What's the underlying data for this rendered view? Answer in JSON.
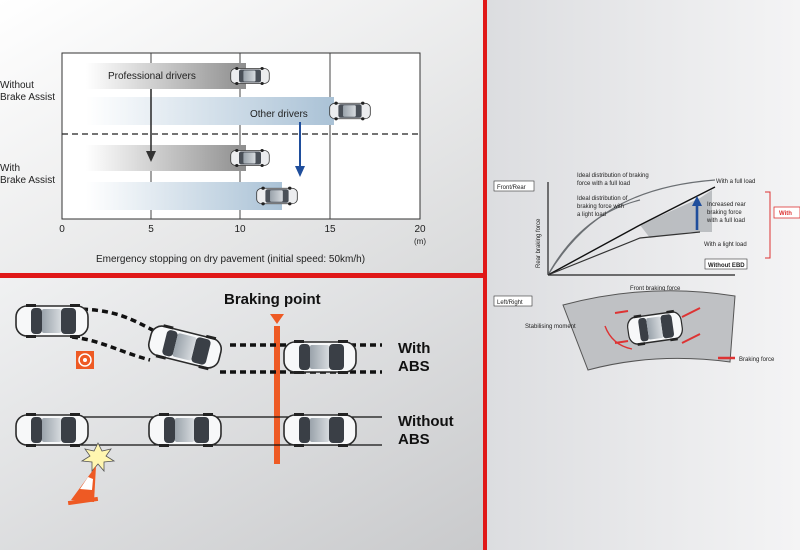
{
  "brake_assist": {
    "label_without": [
      "Without",
      "Brake Assist"
    ],
    "label_with": [
      "With",
      "Brake Assist"
    ],
    "professional_drivers": "Professional drivers",
    "other_drivers": "Other drivers",
    "axis_ticks": [
      "0",
      "5",
      "10",
      "15",
      "20"
    ],
    "axis_unit": "(m)",
    "caption": "Emergency stopping on dry pavement (initial speed: 50km/h)"
  },
  "abs": {
    "title": "Braking point",
    "label_with": [
      "With",
      "ABS"
    ],
    "label_without": [
      "Without",
      "ABS"
    ],
    "accent_color": "#ee5a24"
  },
  "ebd": {
    "front_rear_tag": "Front/Rear",
    "left_right_tag": "Left/Right",
    "y_axis": "Rear braking force",
    "x_axis": "Front braking force",
    "ideal_full": [
      "Ideal distribution of braking",
      "force with a full load"
    ],
    "ideal_light": [
      "Ideal distribution of",
      "braking force with",
      "a light load"
    ],
    "with_full_load": "With a full load",
    "increased_rear": [
      "Increased rear",
      "braking force",
      "with a full load"
    ],
    "with_light_load": "With a light load",
    "without_ebd": "Without EBD",
    "with_tag": "With",
    "stabilizing_moment": "Stabilising moment",
    "braking_force": "Braking force"
  },
  "colors": {
    "divider": "#e01818",
    "arrow_blue": "#1f4e9c"
  }
}
